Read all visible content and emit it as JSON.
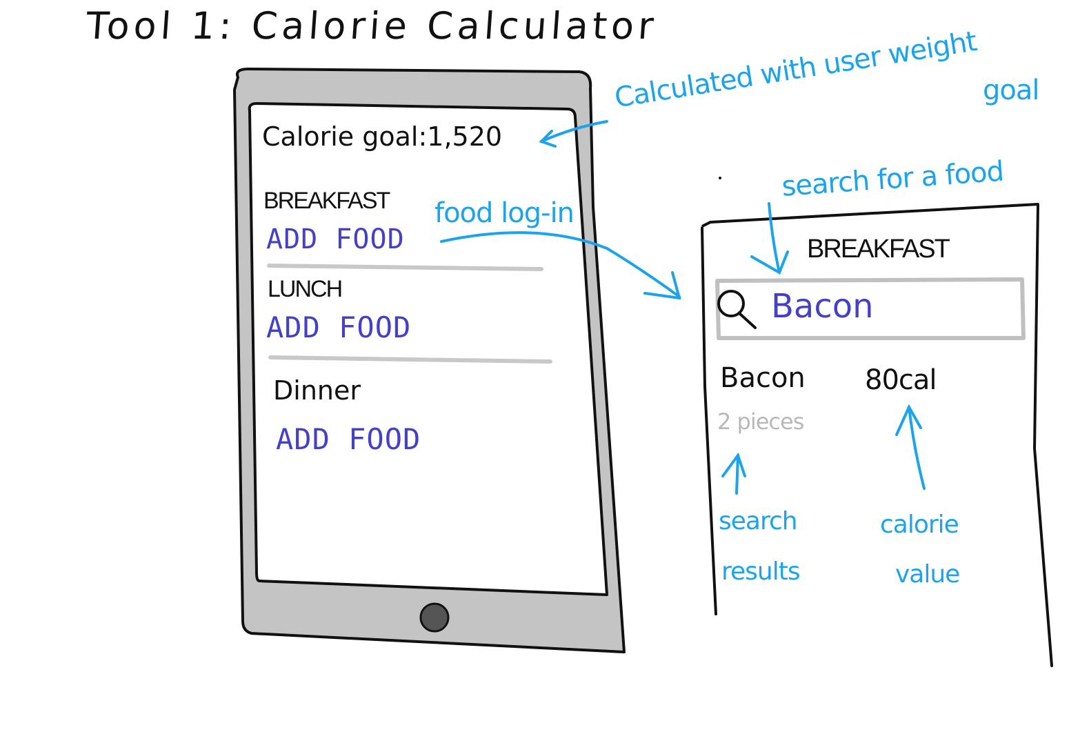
{
  "title": "Tool 1: Calorie Calculator",
  "phone": {
    "calorie_goal": "Calorie goal:1,520",
    "meals": [
      {
        "name": "BREAKFAST",
        "action": "ADD FOOD"
      },
      {
        "name": "LUNCH",
        "action": "ADD FOOD"
      },
      {
        "name": "Dinner",
        "action": "ADD FOOD"
      }
    ]
  },
  "search_screen": {
    "meal": "BREAKFAST",
    "search_value": "Bacon",
    "result": {
      "name": "Bacon",
      "portion": "2 pieces",
      "calories": "80cal"
    }
  },
  "annotations": {
    "goal_note_line1": "Calculated with user weight",
    "goal_note_line2": "goal",
    "food_log_in": "food log-in",
    "search_for_food": "search for a food",
    "search_results": [
      "search",
      "results"
    ],
    "calorie_value": [
      "calorie",
      "value"
    ]
  },
  "colors": {
    "ink": "#111111",
    "annotation_blue": "#1ba3ec",
    "add_food_purple": "#4540c8",
    "phone_gray": "#c4c4c4",
    "divider_gray": "#c8c8c8",
    "home_button": "#555555"
  },
  "icons": [
    "search-icon",
    "home-button"
  ]
}
